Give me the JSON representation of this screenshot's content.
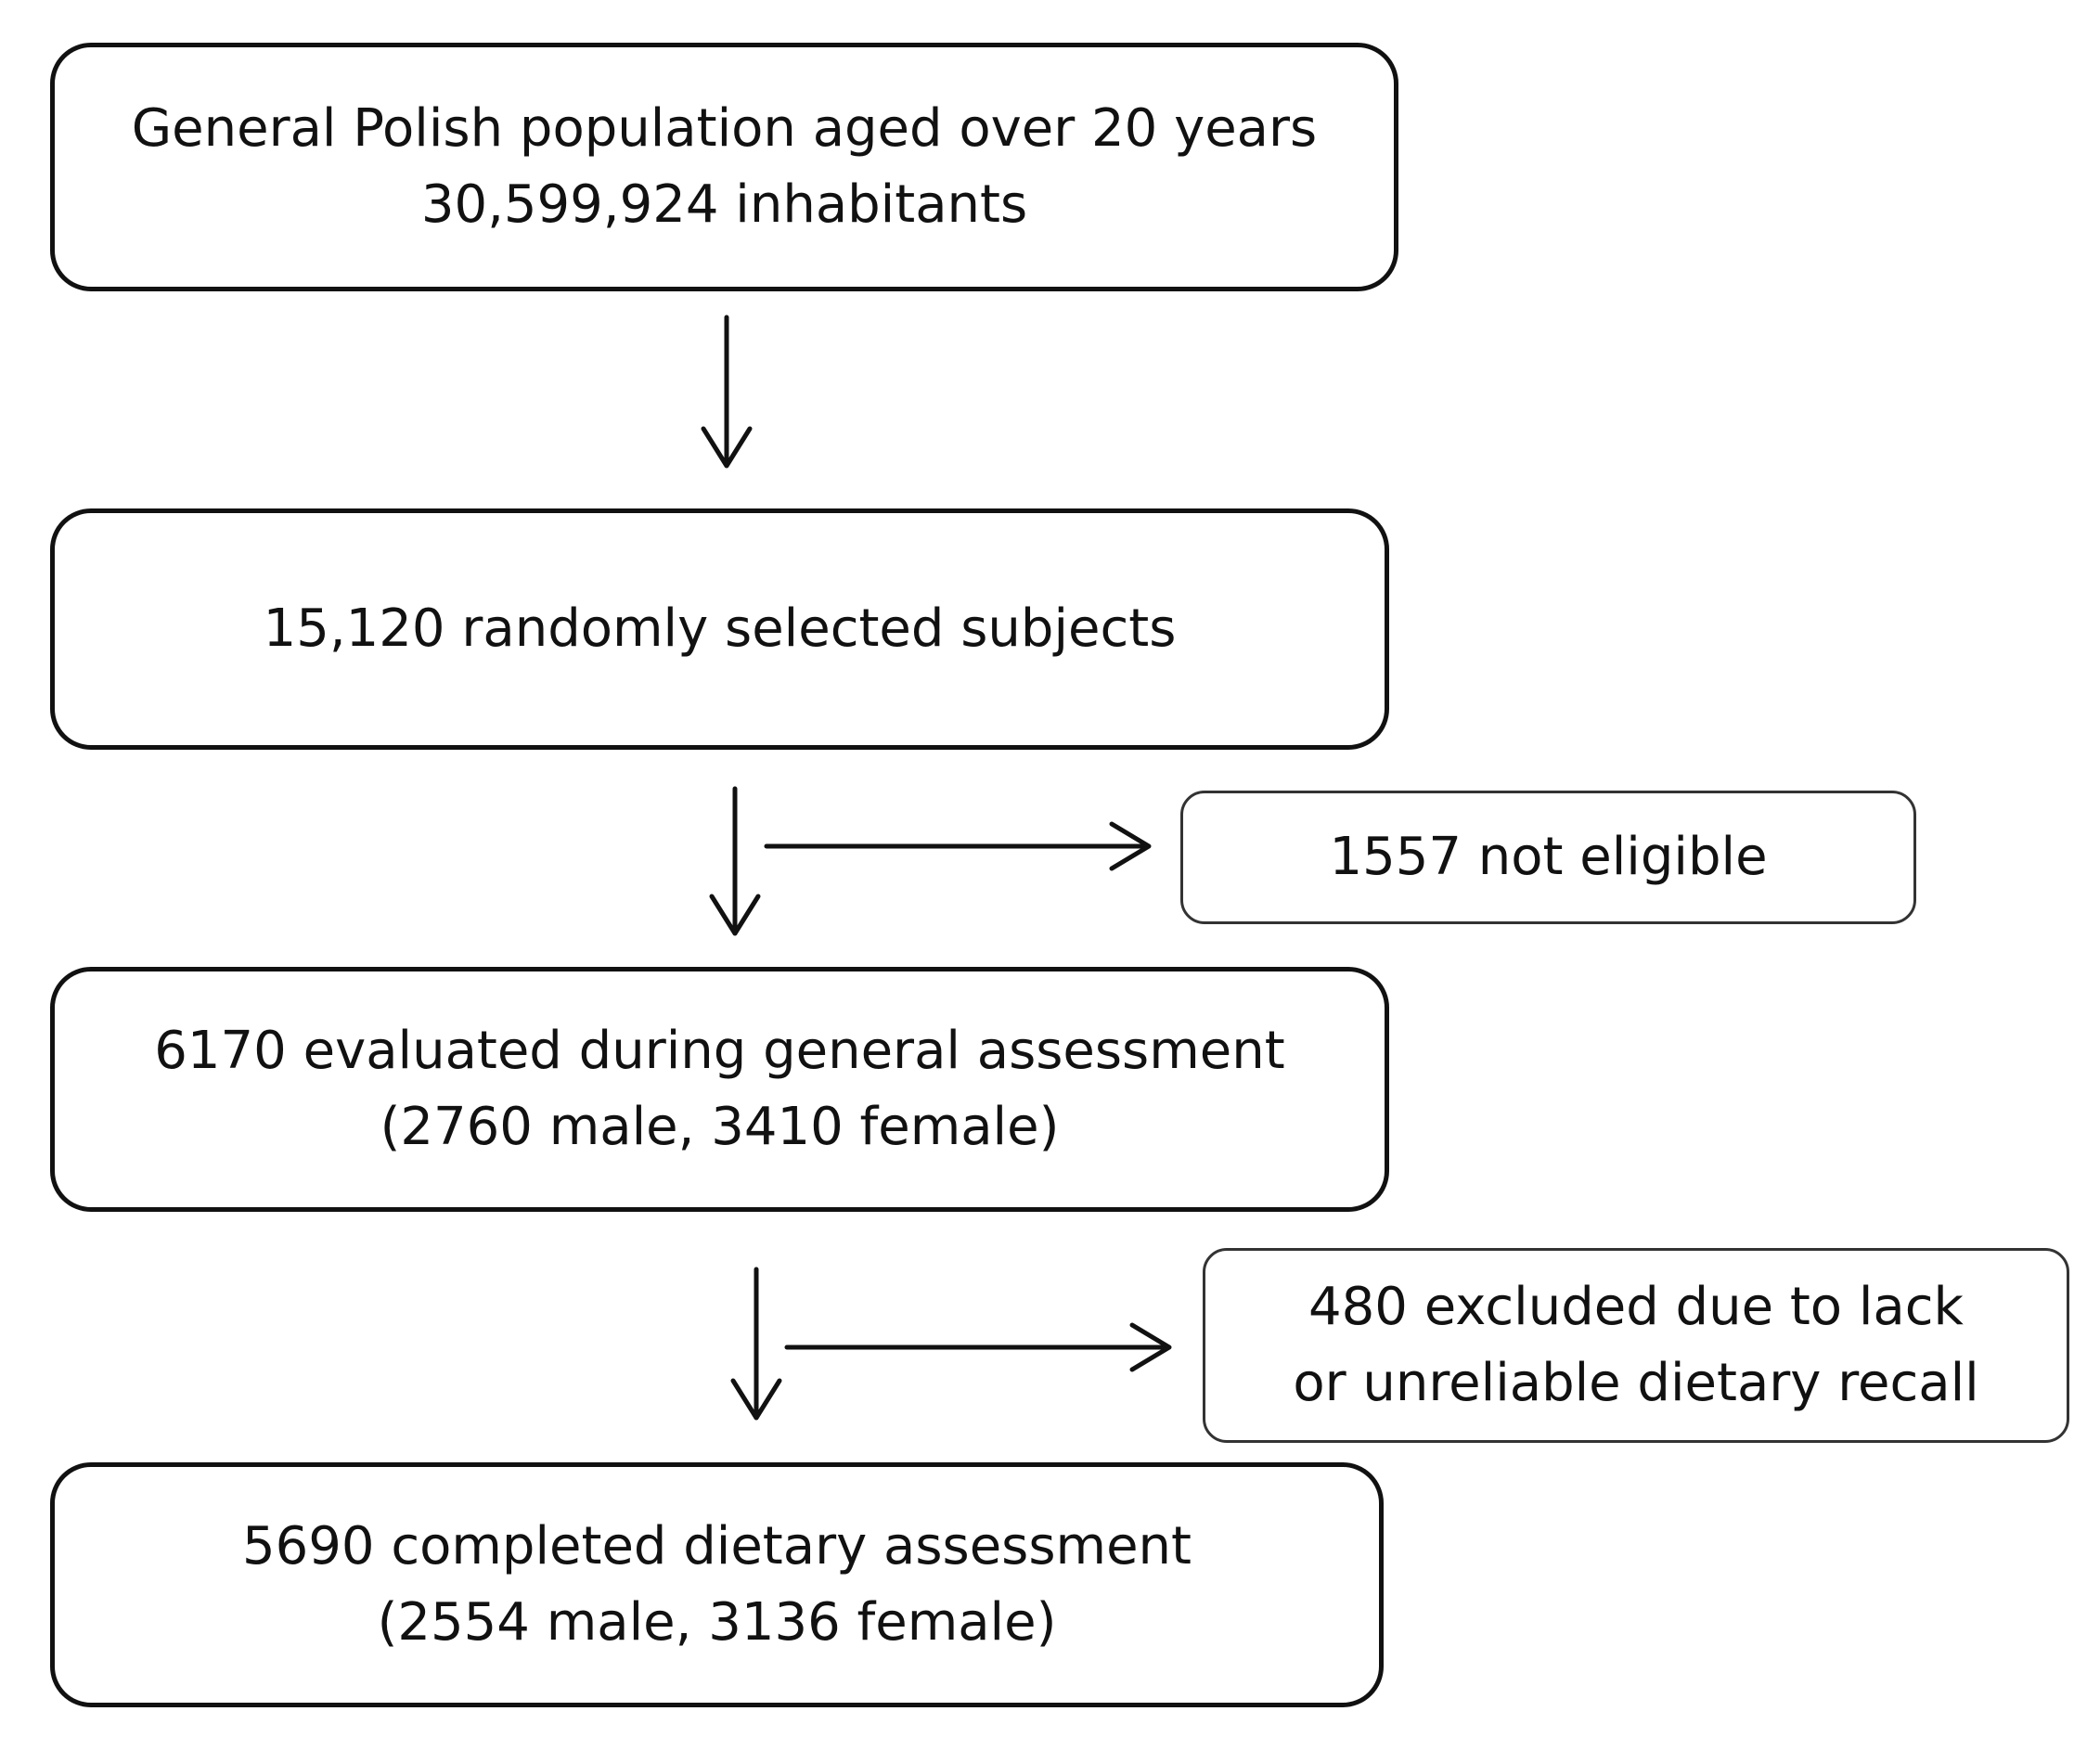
{
  "flowchart": {
    "boxes": [
      {
        "lines": [
          "General Polish  population  aged over 20 years",
          "30,599,924  inhabitants"
        ]
      },
      {
        "lines": [
          "15,120 randomly  selected subjects"
        ]
      },
      {
        "lines": [
          "6170 evaluated during general assessment",
          "(2760 male, 3410 female)"
        ]
      },
      {
        "lines": [
          "5690 completed dietary assessment",
          "(2554 male, 3136 female)"
        ]
      }
    ],
    "exclusions": [
      {
        "lines": [
          "1557 not eligible"
        ]
      },
      {
        "lines": [
          "480 excluded due to lack",
          "or  unreliable dietary recall"
        ]
      }
    ]
  }
}
